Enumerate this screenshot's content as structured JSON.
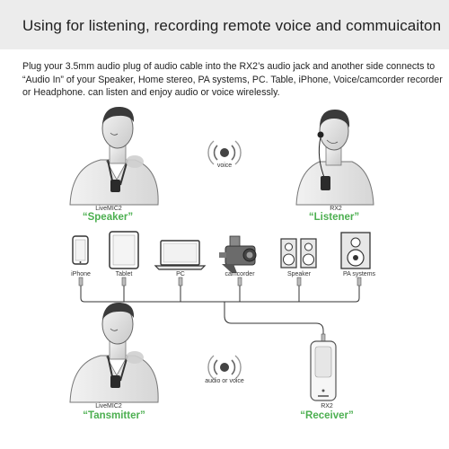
{
  "header": {
    "title": "Using for listening, recording remote voice and commuicaiton"
  },
  "description": "Plug your 3.5mm audio plug of audio cable into the RX2’s audio jack and another side connects to “Audio In” of your Speaker, Home stereo, PA systems, PC. Table, iPhone, Voice/camcorder recorder or Headphone. can listen and enjoy audio or voice wirelessly.",
  "top": {
    "left_device": "LiveMIC2",
    "left_role": "“Speaker”",
    "wave_label": "voice",
    "right_device": "RX2",
    "right_role": "“Listener”"
  },
  "devices": [
    {
      "label": "iPhone"
    },
    {
      "label": "Tablet"
    },
    {
      "label": "PC"
    },
    {
      "label": "camcorder"
    },
    {
      "label": "Speaker"
    },
    {
      "label": "PA systems"
    }
  ],
  "bottom": {
    "left_device": "LiveMIC2",
    "left_role": "“Tansmitter”",
    "wave_label": "audio or voice",
    "right_device": "RX2",
    "right_role": "“Receiver”"
  },
  "colors": {
    "accent_green": "#4caf50",
    "header_bg": "#ececec"
  }
}
